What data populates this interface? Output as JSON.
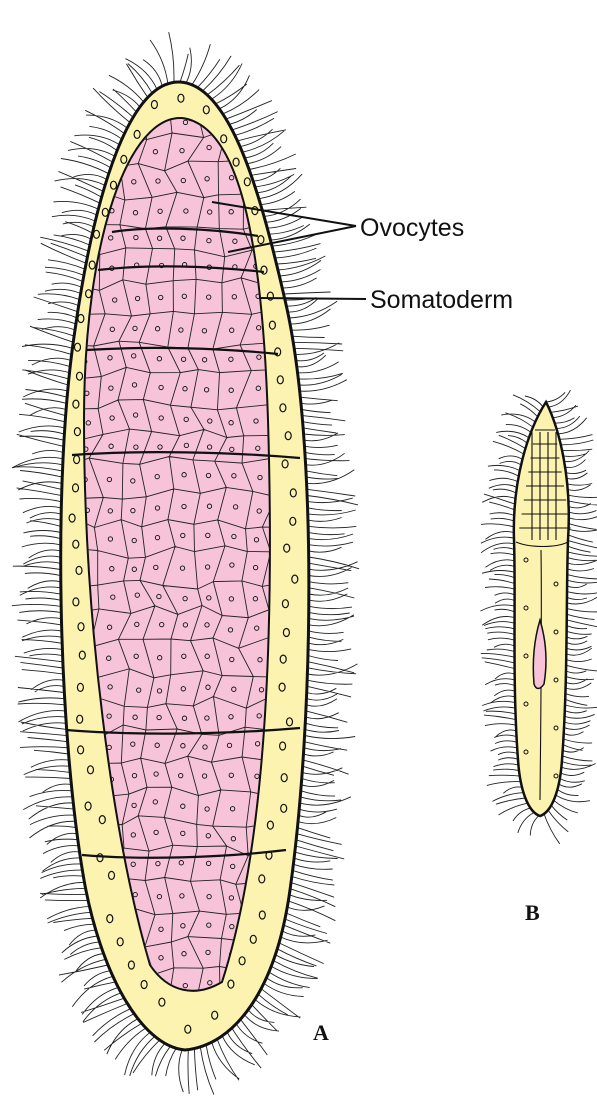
{
  "labels": {
    "ovocytes": "Ovocytes",
    "somatoderm": "Somatoderm",
    "figure_a": "A",
    "figure_b": "B"
  },
  "colors": {
    "somatoderm_fill": "#fdf3b0",
    "ovocyte_fill": "#f6c3d8",
    "outline": "#111111",
    "cilia": "#222222"
  }
}
